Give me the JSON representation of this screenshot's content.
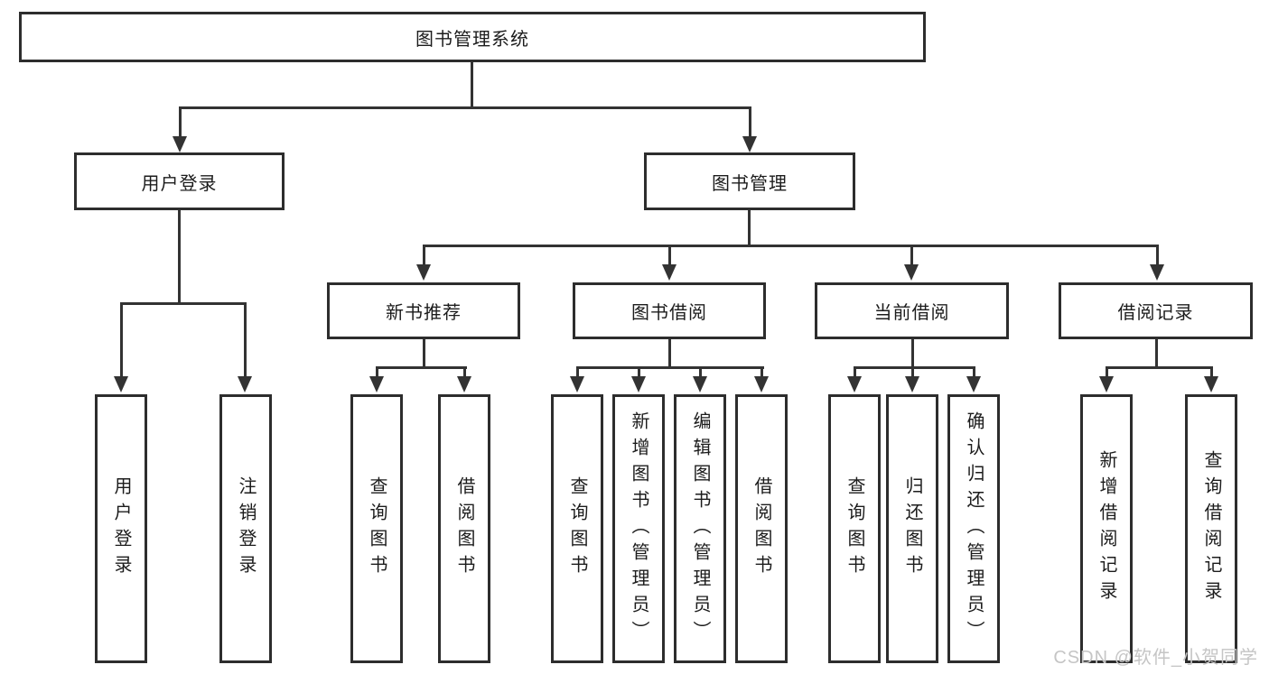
{
  "colors": {
    "line": "#333333",
    "box_border": "#2d2d2d",
    "text": "#1c1c1c",
    "background": "#ffffff",
    "watermark": "#c5c5c5"
  },
  "watermark": "CSDN @软件_小贺同学",
  "diagram": {
    "type": "tree",
    "nodes": {
      "root": {
        "label": "图书管理系统"
      },
      "user_login": {
        "label": "用户登录"
      },
      "book_mgmt": {
        "label": "图书管理"
      },
      "new_books": {
        "label": "新书推荐"
      },
      "book_borrow": {
        "label": "图书借阅"
      },
      "current_borrow": {
        "label": "当前借阅"
      },
      "borrow_records": {
        "label": "借阅记录"
      },
      "leaf_user_login": {
        "label": "用户登录"
      },
      "leaf_logout": {
        "label": "注销登录"
      },
      "leaf_nb_query": {
        "label": "查询图书"
      },
      "leaf_nb_borrow": {
        "label": "借阅图书"
      },
      "leaf_bb_query": {
        "label": "查询图书"
      },
      "leaf_bb_add": {
        "label": "新增图书（管理员）"
      },
      "leaf_bb_edit": {
        "label": "编辑图书（管理员）"
      },
      "leaf_bb_borrow": {
        "label": "借阅图书"
      },
      "leaf_cb_query": {
        "label": "查询图书"
      },
      "leaf_cb_return": {
        "label": "归还图书"
      },
      "leaf_cb_confirm": {
        "label": "确认归还（管理员）"
      },
      "leaf_br_add": {
        "label": "新增借阅记录"
      },
      "leaf_br_query": {
        "label": "查询借阅记录"
      }
    },
    "edges": [
      "root->user_login",
      "root->book_mgmt",
      "user_login->leaf_user_login",
      "user_login->leaf_logout",
      "book_mgmt->new_books",
      "book_mgmt->book_borrow",
      "book_mgmt->current_borrow",
      "book_mgmt->borrow_records",
      "new_books->leaf_nb_query",
      "new_books->leaf_nb_borrow",
      "book_borrow->leaf_bb_query",
      "book_borrow->leaf_bb_add",
      "book_borrow->leaf_bb_edit",
      "book_borrow->leaf_bb_borrow",
      "current_borrow->leaf_cb_query",
      "current_borrow->leaf_cb_return",
      "current_borrow->leaf_cb_confirm",
      "borrow_records->leaf_br_add",
      "borrow_records->leaf_br_query"
    ]
  }
}
